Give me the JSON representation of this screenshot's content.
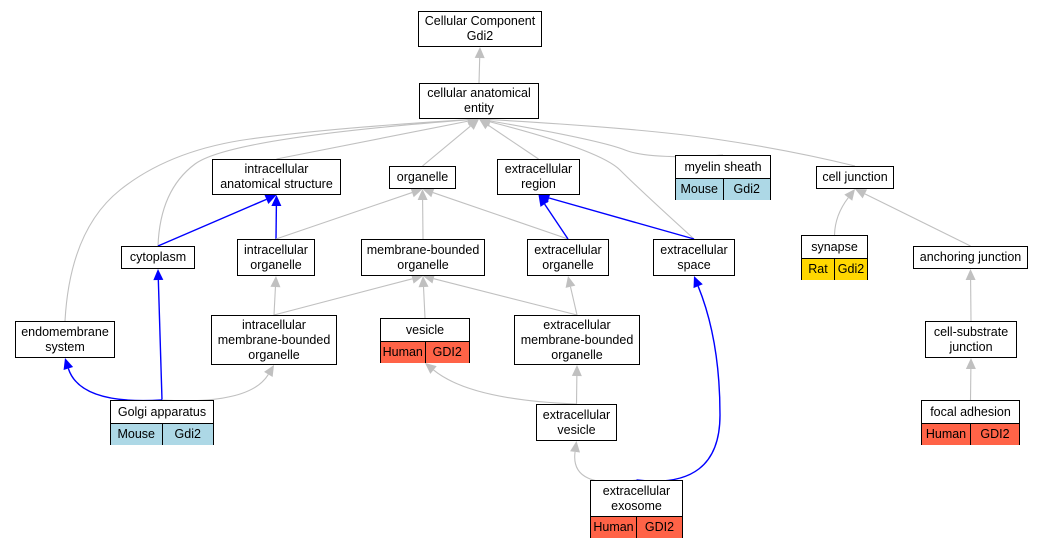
{
  "colors": {
    "gray_edge": "#c0c0c0",
    "blue_edge": "#0000ff",
    "mouse": "#add8e6",
    "rat": "#ffd700",
    "human": "#ff6347"
  },
  "nodes": {
    "root": {
      "label": "Cellular Component\nGdi2"
    },
    "cae": {
      "label": "cellular anatomical\nentity"
    },
    "ias": {
      "label": "intracellular\nanatomical structure"
    },
    "org": {
      "label": "organelle"
    },
    "exr": {
      "label": "extracellular\nregion"
    },
    "mye": {
      "label": "myelin sheath",
      "tags": [
        {
          "text": "Mouse",
          "color": "mouse"
        },
        {
          "text": "Gdi2",
          "color": "mouse"
        }
      ]
    },
    "cj": {
      "label": "cell junction"
    },
    "cyt": {
      "label": "cytoplasm"
    },
    "io": {
      "label": "intracellular\norganelle"
    },
    "mbo": {
      "label": "membrane-bounded\norganelle"
    },
    "eo": {
      "label": "extracellular\norganelle"
    },
    "es": {
      "label": "extracellular\nspace"
    },
    "syn": {
      "label": "synapse",
      "tags": [
        {
          "text": "Rat",
          "color": "rat"
        },
        {
          "text": "Gdi2",
          "color": "rat"
        }
      ]
    },
    "aj": {
      "label": "anchoring junction"
    },
    "ems": {
      "label": "endomembrane\nsystem"
    },
    "imbo": {
      "label": "intracellular\nmembrane-bounded\norganelle"
    },
    "ves": {
      "label": "vesicle",
      "tags": [
        {
          "text": "Human",
          "color": "human"
        },
        {
          "text": "GDI2",
          "color": "human"
        }
      ]
    },
    "embo": {
      "label": "extracellular\nmembrane-bounded\norganelle"
    },
    "csj": {
      "label": "cell-substrate\njunction"
    },
    "ga": {
      "label": "Golgi apparatus",
      "tags": [
        {
          "text": "Mouse",
          "color": "mouse"
        },
        {
          "text": "Gdi2",
          "color": "mouse"
        }
      ]
    },
    "ev": {
      "label": "extracellular\nvesicle"
    },
    "fa": {
      "label": "focal adhesion",
      "tags": [
        {
          "text": "Human",
          "color": "human"
        },
        {
          "text": "GDI2",
          "color": "human"
        }
      ]
    },
    "exo": {
      "label": "extracellular\nexosome",
      "tags": [
        {
          "text": "Human",
          "color": "human"
        },
        {
          "text": "GDI2",
          "color": "human"
        }
      ]
    }
  },
  "edges": [
    {
      "from": "cae",
      "to": "root",
      "kind": "gray"
    },
    {
      "from": "ias",
      "to": "cae",
      "kind": "gray"
    },
    {
      "from": "org",
      "to": "cae",
      "kind": "gray"
    },
    {
      "from": "exr",
      "to": "cae",
      "kind": "gray"
    },
    {
      "from": "mye",
      "to": "cae",
      "kind": "gray"
    },
    {
      "from": "cj",
      "to": "cae",
      "kind": "gray"
    },
    {
      "from": "cyt",
      "to": "cae",
      "kind": "gray"
    },
    {
      "from": "es",
      "to": "cae",
      "kind": "gray"
    },
    {
      "from": "ems",
      "to": "cae",
      "kind": "gray"
    },
    {
      "from": "cyt",
      "to": "ias",
      "kind": "blue"
    },
    {
      "from": "io",
      "to": "ias",
      "kind": "blue"
    },
    {
      "from": "io",
      "to": "org",
      "kind": "gray"
    },
    {
      "from": "mbo",
      "to": "org",
      "kind": "gray"
    },
    {
      "from": "eo",
      "to": "org",
      "kind": "gray"
    },
    {
      "from": "eo",
      "to": "exr",
      "kind": "blue"
    },
    {
      "from": "es",
      "to": "exr",
      "kind": "blue"
    },
    {
      "from": "syn",
      "to": "cj",
      "kind": "gray"
    },
    {
      "from": "aj",
      "to": "cj",
      "kind": "gray"
    },
    {
      "from": "imbo",
      "to": "io",
      "kind": "gray"
    },
    {
      "from": "imbo",
      "to": "mbo",
      "kind": "gray"
    },
    {
      "from": "ves",
      "to": "mbo",
      "kind": "gray"
    },
    {
      "from": "embo",
      "to": "mbo",
      "kind": "gray"
    },
    {
      "from": "embo",
      "to": "eo",
      "kind": "gray"
    },
    {
      "from": "csj",
      "to": "aj",
      "kind": "gray"
    },
    {
      "from": "ga",
      "to": "ems",
      "kind": "blue"
    },
    {
      "from": "ga",
      "to": "cyt",
      "kind": "blue"
    },
    {
      "from": "ga",
      "to": "imbo",
      "kind": "gray"
    },
    {
      "from": "ev",
      "to": "ves",
      "kind": "gray"
    },
    {
      "from": "ev",
      "to": "embo",
      "kind": "gray"
    },
    {
      "from": "fa",
      "to": "csj",
      "kind": "gray"
    },
    {
      "from": "exo",
      "to": "ev",
      "kind": "gray"
    },
    {
      "from": "exo",
      "to": "es",
      "kind": "blue"
    }
  ]
}
